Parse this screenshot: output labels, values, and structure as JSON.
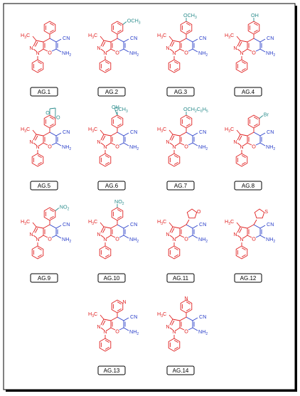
{
  "structures": [
    {
      "label": "AG.1",
      "substituent": "",
      "aryl": "phenyl"
    },
    {
      "label": "AG.2",
      "substituent": "OCH3",
      "aryl": "meta-phenyl"
    },
    {
      "label": "AG.3",
      "substituent": "OCH3",
      "aryl": "para-phenyl"
    },
    {
      "label": "AG.4",
      "substituent": "OH",
      "aryl": "para-phenyl"
    },
    {
      "label": "AG.5",
      "substituent": "",
      "aryl": "benzodioxole"
    },
    {
      "label": "AG.6",
      "substituent": "OCH3",
      "substituent2": "OH",
      "aryl": "vanillyl"
    },
    {
      "label": "AG.7",
      "substituent": "OCH2C6H5",
      "aryl": "para-phenyl"
    },
    {
      "label": "AG.8",
      "substituent": "Br",
      "aryl": "meta-phenyl"
    },
    {
      "label": "AG.9",
      "substituent": "NO2",
      "aryl": "meta-phenyl"
    },
    {
      "label": "AG.10",
      "substituent": "NO2",
      "aryl": "para-phenyl"
    },
    {
      "label": "AG.11",
      "substituent": "",
      "aryl": "furan"
    },
    {
      "label": "AG.12",
      "substituent": "",
      "aryl": "thiophene"
    },
    {
      "label": "AG.13",
      "substituent": "",
      "aryl": "3-pyridyl"
    },
    {
      "label": "AG.14",
      "substituent": "",
      "aryl": "4-pyridyl"
    }
  ],
  "atoms": {
    "methyl": "H3C",
    "nitrile": "CN",
    "amine": "NH2",
    "n1": "N",
    "n2": "N",
    "oxygen": "O",
    "hetero_o": "O",
    "hetero_s": "S",
    "hetero_n": "N"
  },
  "colors": {
    "core": "#e02020",
    "groups": "#2a3fc9",
    "substituent": "#2a8c8c",
    "frame": "#000000"
  }
}
